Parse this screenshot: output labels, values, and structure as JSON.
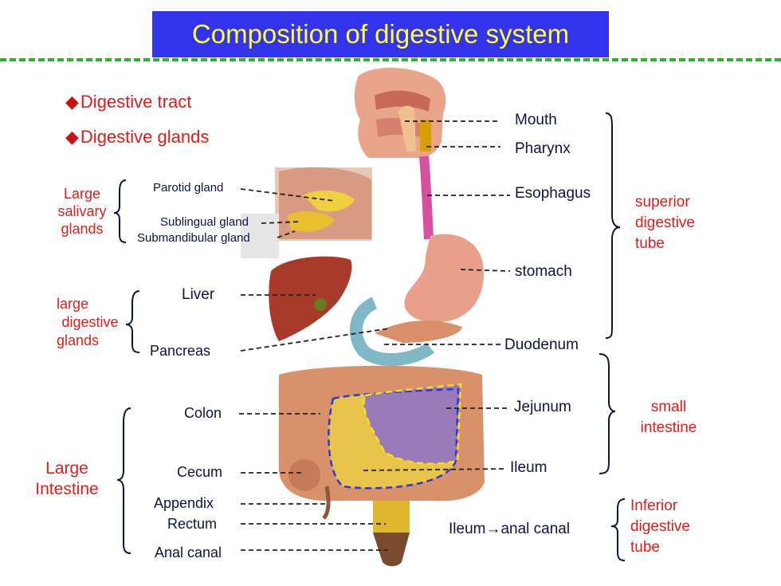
{
  "title": "Composition of digestive system",
  "bullets": [
    "Digestive tract",
    "Digestive glands"
  ],
  "bullet_symbol": "◆",
  "left_groups": {
    "salivary": [
      "Large",
      "salivary",
      "glands"
    ],
    "digestive_glands": [
      "large",
      "digestive",
      "glands"
    ],
    "large_intestine": [
      "Large",
      "Intestine"
    ]
  },
  "gland_labels": {
    "parotid": "Parotid gland",
    "sublingual": "Sublingual gland",
    "submandibular": "Submandibular gland"
  },
  "left_labels": {
    "liver": "Liver",
    "pancreas": "Pancreas",
    "colon": "Colon",
    "cecum": "Cecum",
    "appendix": "Appendix",
    "rectum": "Rectum",
    "anal_canal": "Anal canal"
  },
  "right_labels": {
    "mouth": "Mouth",
    "pharynx": "Pharynx",
    "esophagus": "Esophagus",
    "stomach": "stomach",
    "duodenum": "Duodenum",
    "jejunum": "Jejunum",
    "ileum": "Ileum",
    "ileum_anal": "Ileum→anal canal"
  },
  "right_groups": {
    "superior": [
      "superior",
      "digestive",
      "tube"
    ],
    "small": [
      "small",
      "intestine"
    ],
    "inferior": [
      "Inferior",
      "digestive",
      "tube"
    ]
  },
  "colors": {
    "title_bg": "#3333ee",
    "title_text": "#ffff33",
    "divider": "#22bb22",
    "red_text": "#e31b1b",
    "navy_text": "#0d1440"
  }
}
